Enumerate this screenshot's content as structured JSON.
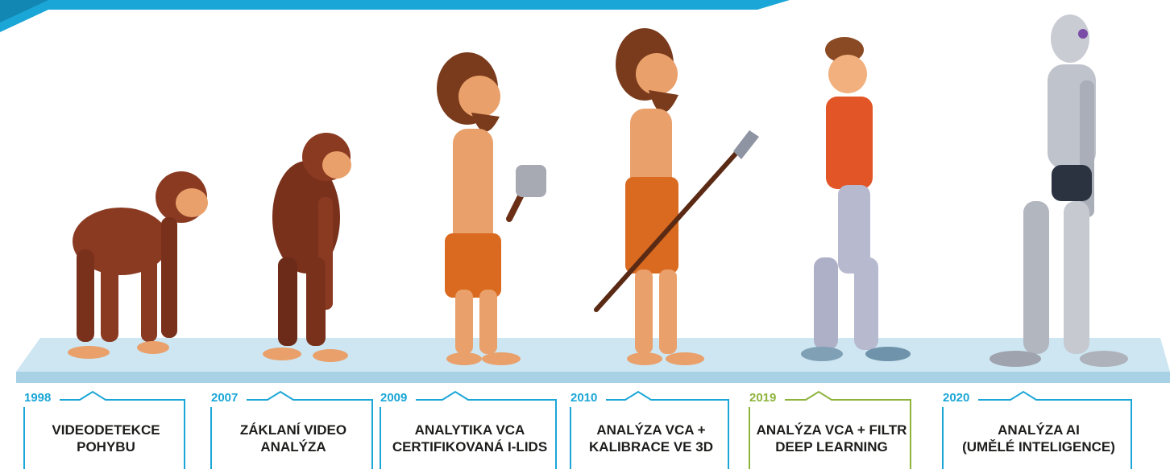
{
  "colors": {
    "accent": "#1aa6d6",
    "highlight": "#8db33a",
    "text": "#1d1d1b",
    "platform": "#cde6f2"
  },
  "milestones": [
    {
      "year": "1998",
      "label": "VIDEODETEKCE\nPOHYBU",
      "figure": "crouching-ape",
      "highlight": false
    },
    {
      "year": "2007",
      "label": "ZÁKLANÍ VIDEO\nANALÝZA",
      "figure": "walking-ape",
      "highlight": false
    },
    {
      "year": "2009",
      "label": "ANALYTIKA VCA\nCERTIFIKOVANÁ I-LIDS",
      "figure": "caveman-with-stone-hammer",
      "highlight": false
    },
    {
      "year": "2010",
      "label": "ANALÝZA VCA +\nKALIBRACE VE 3D",
      "figure": "caveman-with-spear",
      "highlight": false
    },
    {
      "year": "2019",
      "label": "ANALÝZA VCA + FILTR\nDEEP LEARNING",
      "figure": "modern-man",
      "highlight": true
    },
    {
      "year": "2020",
      "label": "ANALÝZA AI\n(UMĚLÉ INTELIGENCE)",
      "figure": "humanoid-robot",
      "highlight": false
    }
  ]
}
